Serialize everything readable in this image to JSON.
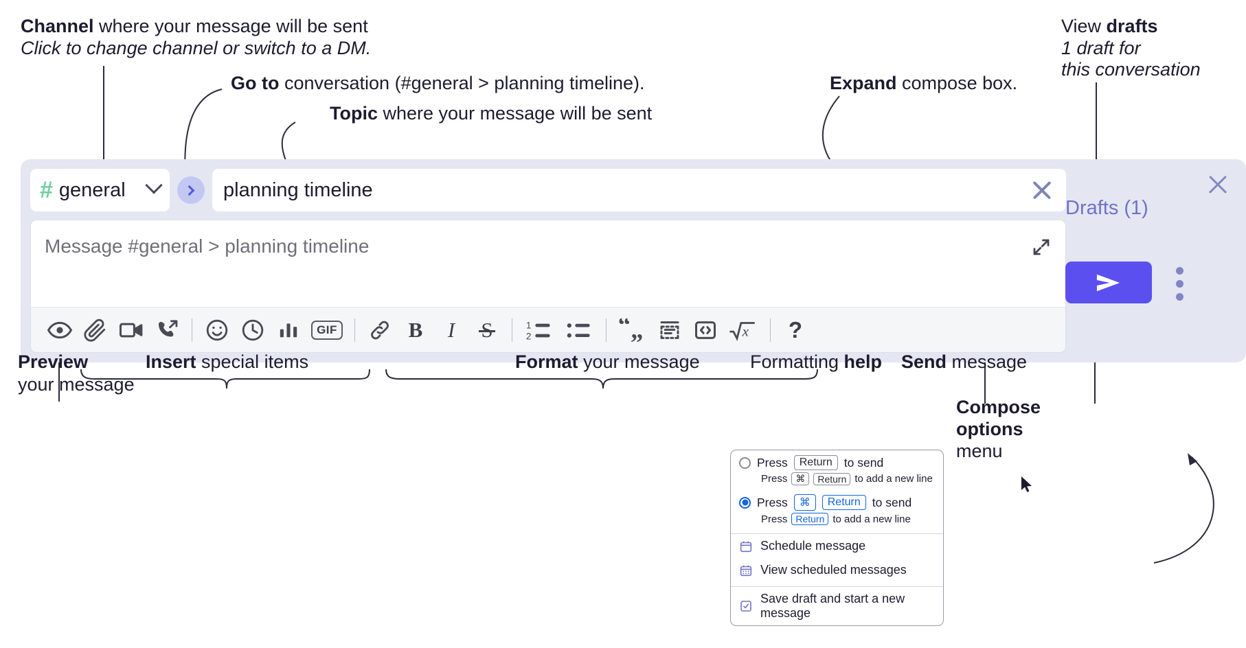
{
  "annotations": {
    "channel": {
      "bold": "Channel",
      "rest": " where your message will be sent",
      "sub": "Click to change channel or switch to a DM."
    },
    "goto": {
      "bold": "Go to",
      "rest": " conversation (#general > planning timeline)."
    },
    "topic": {
      "bold": "Topic",
      "rest": " where your message will be sent"
    },
    "expand": {
      "bold": "Expand",
      "rest": " compose box."
    },
    "drafts": {
      "plain": "View ",
      "bold": "drafts",
      "sub1": "1 draft for",
      "sub2": "this conversation"
    },
    "preview": {
      "bold": "Preview",
      "sub": "your message"
    },
    "insert": {
      "bold": "Insert",
      "rest": " special items"
    },
    "format": {
      "bold": "Format",
      "rest": " your message"
    },
    "help": {
      "plain": "Formatting ",
      "bold": "help"
    },
    "send": {
      "bold": "Send",
      "rest": " message"
    },
    "compose_options": {
      "bold1": "Compose",
      "bold2": "options",
      "rest": "menu"
    }
  },
  "compose": {
    "channel": {
      "hash": "#",
      "name": "general"
    },
    "topic": {
      "value": "planning timeline"
    },
    "message": {
      "placeholder": "Message #general > planning timeline",
      "value": ""
    },
    "toolbar": [
      {
        "name": "preview-icon",
        "label": "Preview"
      },
      {
        "name": "attachment-icon",
        "label": "Attach file"
      },
      {
        "name": "video-icon",
        "label": "Record video clip"
      },
      {
        "name": "audio-call-icon",
        "label": "Record audio clip"
      },
      {
        "name": "divider",
        "label": ""
      },
      {
        "name": "emoji-icon",
        "label": "Emoji"
      },
      {
        "name": "clock-icon",
        "label": "Reminder"
      },
      {
        "name": "poll-icon",
        "label": "Poll"
      },
      {
        "name": "gif-icon",
        "label": "GIF"
      },
      {
        "name": "divider",
        "label": ""
      },
      {
        "name": "link-icon",
        "label": "Link"
      },
      {
        "name": "bold-icon",
        "label": "B"
      },
      {
        "name": "italic-icon",
        "label": "I"
      },
      {
        "name": "strikethrough-icon",
        "label": "S"
      },
      {
        "name": "divider",
        "label": ""
      },
      {
        "name": "ordered-list-icon",
        "label": "Ordered list"
      },
      {
        "name": "bulleted-list-icon",
        "label": "Bulleted list"
      },
      {
        "name": "divider",
        "label": ""
      },
      {
        "name": "blockquote-icon",
        "label": "Blockquote"
      },
      {
        "name": "code-block-icon",
        "label": "Code block"
      },
      {
        "name": "inline-code-icon",
        "label": "Code"
      },
      {
        "name": "math-icon",
        "label": "Math"
      },
      {
        "name": "divider",
        "label": ""
      },
      {
        "name": "help-icon",
        "label": "?"
      }
    ],
    "right_pane": {
      "drafts_label": "Drafts (1)",
      "send_label": "Send",
      "close_label": "Close"
    }
  },
  "menu": {
    "options": [
      {
        "selected": false,
        "main": {
          "pre": "Press",
          "key": "Return",
          "post": "to send"
        },
        "sub": {
          "pre": "Press",
          "key1": "⌘",
          "key2": "Return",
          "post": "to add a new line"
        }
      },
      {
        "selected": true,
        "main": {
          "pre": "Press",
          "key1": "⌘",
          "key2": "Return",
          "post": "to send"
        },
        "sub": {
          "pre": "Press",
          "key": "Return",
          "post": "to add a new line"
        }
      }
    ],
    "items": [
      {
        "icon": "calendar-icon",
        "label": "Schedule message"
      },
      {
        "icon": "calendar-grid-icon",
        "label": "View scheduled messages"
      },
      {
        "icon": "save-draft-icon",
        "label": "Save draft and start a new message"
      }
    ]
  },
  "colors": {
    "compose_bg": "#e4e6f2",
    "send_button": "#5b4ff0",
    "accent_link": "#6f72c6",
    "hash_green": "#6fd19a",
    "goto_bubble": "#c3c8f2",
    "radio_blue": "#1264e0"
  }
}
